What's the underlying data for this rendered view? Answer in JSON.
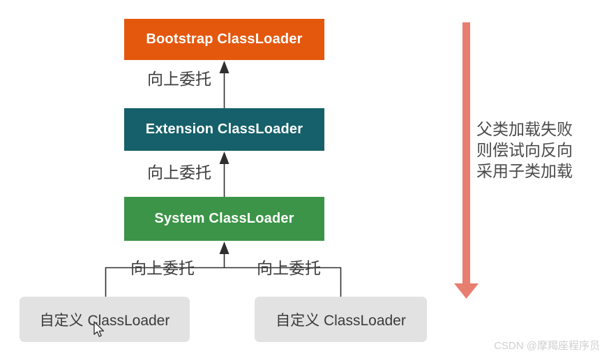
{
  "diagram": {
    "nodes": {
      "bootstrap": {
        "label": "Bootstrap ClassLoader",
        "color": "#e4580e",
        "text_color": "#ffffff"
      },
      "extension": {
        "label": "Extension ClassLoader",
        "color": "#15606a",
        "text_color": "#ffffff"
      },
      "system": {
        "label": "System ClassLoader",
        "color": "#3b9447",
        "text_color": "#ffffff"
      },
      "custom_left": {
        "label": "自定义 ClassLoader",
        "color": "#e2e2e2",
        "text_color": "#3a3a3a"
      },
      "custom_right": {
        "label": "自定义 ClassLoader",
        "color": "#e2e2e2",
        "text_color": "#3a3a3a"
      }
    },
    "delegate_label": "向上委托",
    "connector_color": "#2f2f2f",
    "side_note": {
      "lines": [
        "父类加载失败",
        "则偿试向反向",
        "采用子类加载"
      ],
      "arrow_color": "#e87e70"
    }
  },
  "watermark": "CSDN @摩羯座程序员"
}
